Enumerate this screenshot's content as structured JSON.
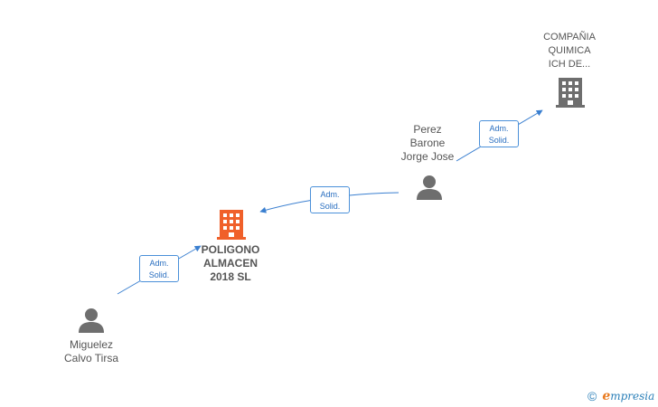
{
  "nodes": {
    "company_top": {
      "label": "COMPAÑIA\nQUIMICA\nICH DE...",
      "kind": "company",
      "color": "#6e6e6e"
    },
    "person_perez": {
      "label": "Perez\nBarone\nJorge Jose",
      "kind": "person",
      "color": "#6e6e6e"
    },
    "company_main": {
      "label": "POLIGONO\nALMACEN\n2018  SL",
      "kind": "company",
      "color": "#f0602a"
    },
    "person_miguelez": {
      "label": "Miguelez\nCalvo Tirsa",
      "kind": "person",
      "color": "#6e6e6e"
    }
  },
  "edges": [
    {
      "badge_line1": "Adm.",
      "badge_line2": "Solid."
    },
    {
      "badge_line1": "Adm.",
      "badge_line2": "Solid."
    },
    {
      "badge_line1": "Adm.",
      "badge_line2": "Solid."
    }
  ],
  "colors": {
    "edge": "#3a7fd0",
    "person_icon": "#6e6e6e",
    "main_company_icon": "#f0602a",
    "company_icon": "#6e6e6e"
  },
  "footer": {
    "copyright_symbol": "©",
    "brand_first": "e",
    "brand_rest": "mpresia"
  }
}
